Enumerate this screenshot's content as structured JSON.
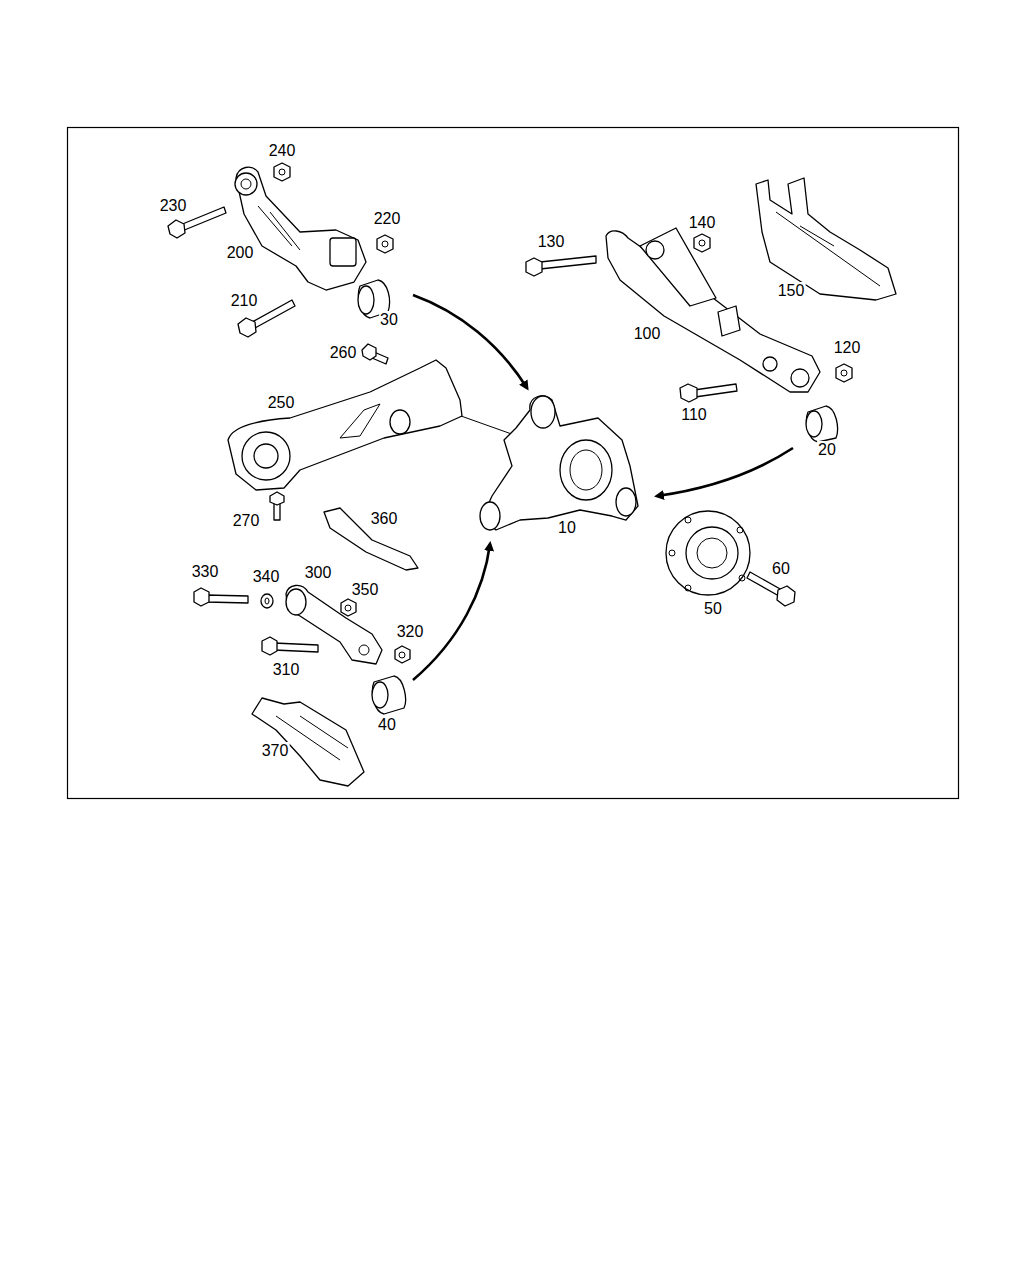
{
  "diagram": {
    "labels": [
      "240",
      "230",
      "220",
      "200",
      "130",
      "140",
      "150",
      "210",
      "30",
      "100",
      "260",
      "120",
      "250",
      "110",
      "20",
      "10",
      "270",
      "360",
      "330",
      "340",
      "300",
      "350",
      "60",
      "50",
      "320",
      "310",
      "40",
      "370"
    ]
  }
}
